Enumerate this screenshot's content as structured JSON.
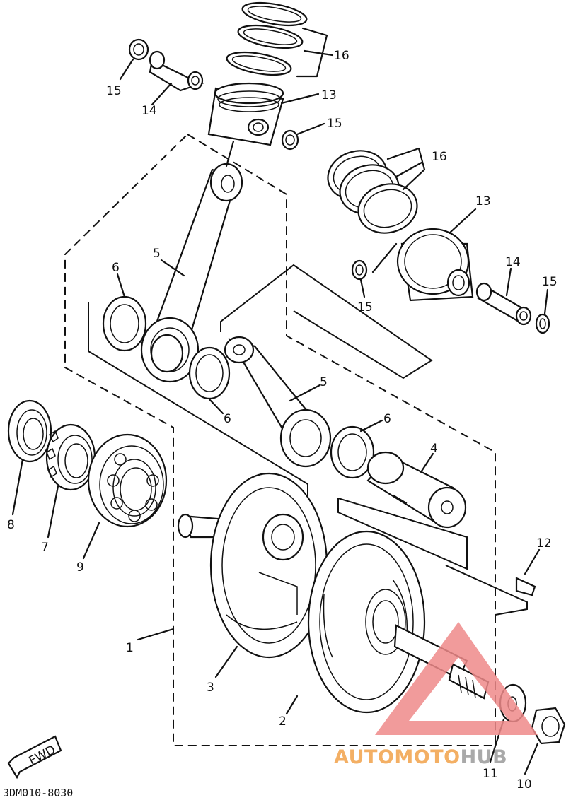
{
  "diagram": {
    "code": "3DM010-8030",
    "fwd_label": "FWD",
    "callouts": [
      {
        "id": "c16a",
        "text": "16"
      },
      {
        "id": "c15a",
        "text": "15"
      },
      {
        "id": "c14a",
        "text": "14"
      },
      {
        "id": "c13a",
        "text": "13"
      },
      {
        "id": "c15b",
        "text": "15"
      },
      {
        "id": "c16b",
        "text": "16"
      },
      {
        "id": "c13b",
        "text": "13"
      },
      {
        "id": "c14b",
        "text": "14"
      },
      {
        "id": "c15c",
        "text": "15"
      },
      {
        "id": "c15d",
        "text": "15"
      },
      {
        "id": "c5a",
        "text": "5"
      },
      {
        "id": "c6a",
        "text": "6"
      },
      {
        "id": "c6b",
        "text": "6"
      },
      {
        "id": "c5b",
        "text": "5"
      },
      {
        "id": "c6c",
        "text": "6"
      },
      {
        "id": "c4",
        "text": "4"
      },
      {
        "id": "c12",
        "text": "12"
      },
      {
        "id": "c8",
        "text": "8"
      },
      {
        "id": "c7",
        "text": "7"
      },
      {
        "id": "c9",
        "text": "9"
      },
      {
        "id": "c1",
        "text": "1"
      },
      {
        "id": "c3",
        "text": "3"
      },
      {
        "id": "c2",
        "text": "2"
      },
      {
        "id": "c11",
        "text": "11"
      },
      {
        "id": "c10",
        "text": "10"
      }
    ]
  },
  "watermark": {
    "part1": "AUTO",
    "part2": "MOTO",
    "part3": "HUB",
    "color_primary": "#f2a24a",
    "color_secondary": "#9b9b9b",
    "triangle_color": "#ef8a8a"
  }
}
